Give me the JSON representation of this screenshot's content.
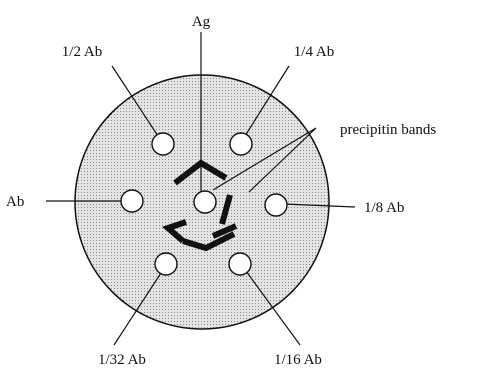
{
  "diagram": {
    "labels": {
      "center": "Ag",
      "upper_left": "1/2 Ab",
      "upper_right": "1/4 Ab",
      "left": "Ab",
      "right": "1/8 Ab",
      "lower_left": "1/32 Ab",
      "lower_right": "1/16 Ab",
      "bands": "precipitin bands"
    }
  }
}
